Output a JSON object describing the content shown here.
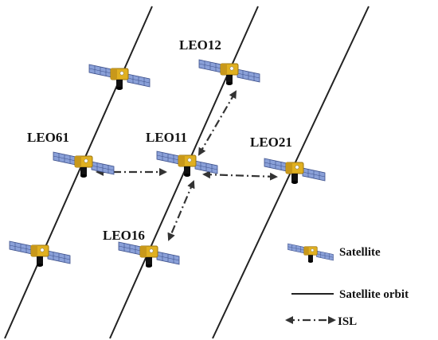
{
  "labels": {
    "leo12": "LEO12",
    "leo61": "LEO61",
    "leo11": "LEO11",
    "leo21": "LEO21",
    "leo16": "LEO16"
  },
  "legend": {
    "satellite": "Satellite",
    "orbit": "Satellite orbit",
    "isl": "ISL"
  },
  "colors": {
    "orbit": "#222222",
    "isl": "#333333",
    "panel": "#8aa0d8",
    "panel_grid": "#3c4f8a",
    "body": "#e0b020",
    "body_shadow": "#9a7410",
    "dish": "#111111"
  }
}
